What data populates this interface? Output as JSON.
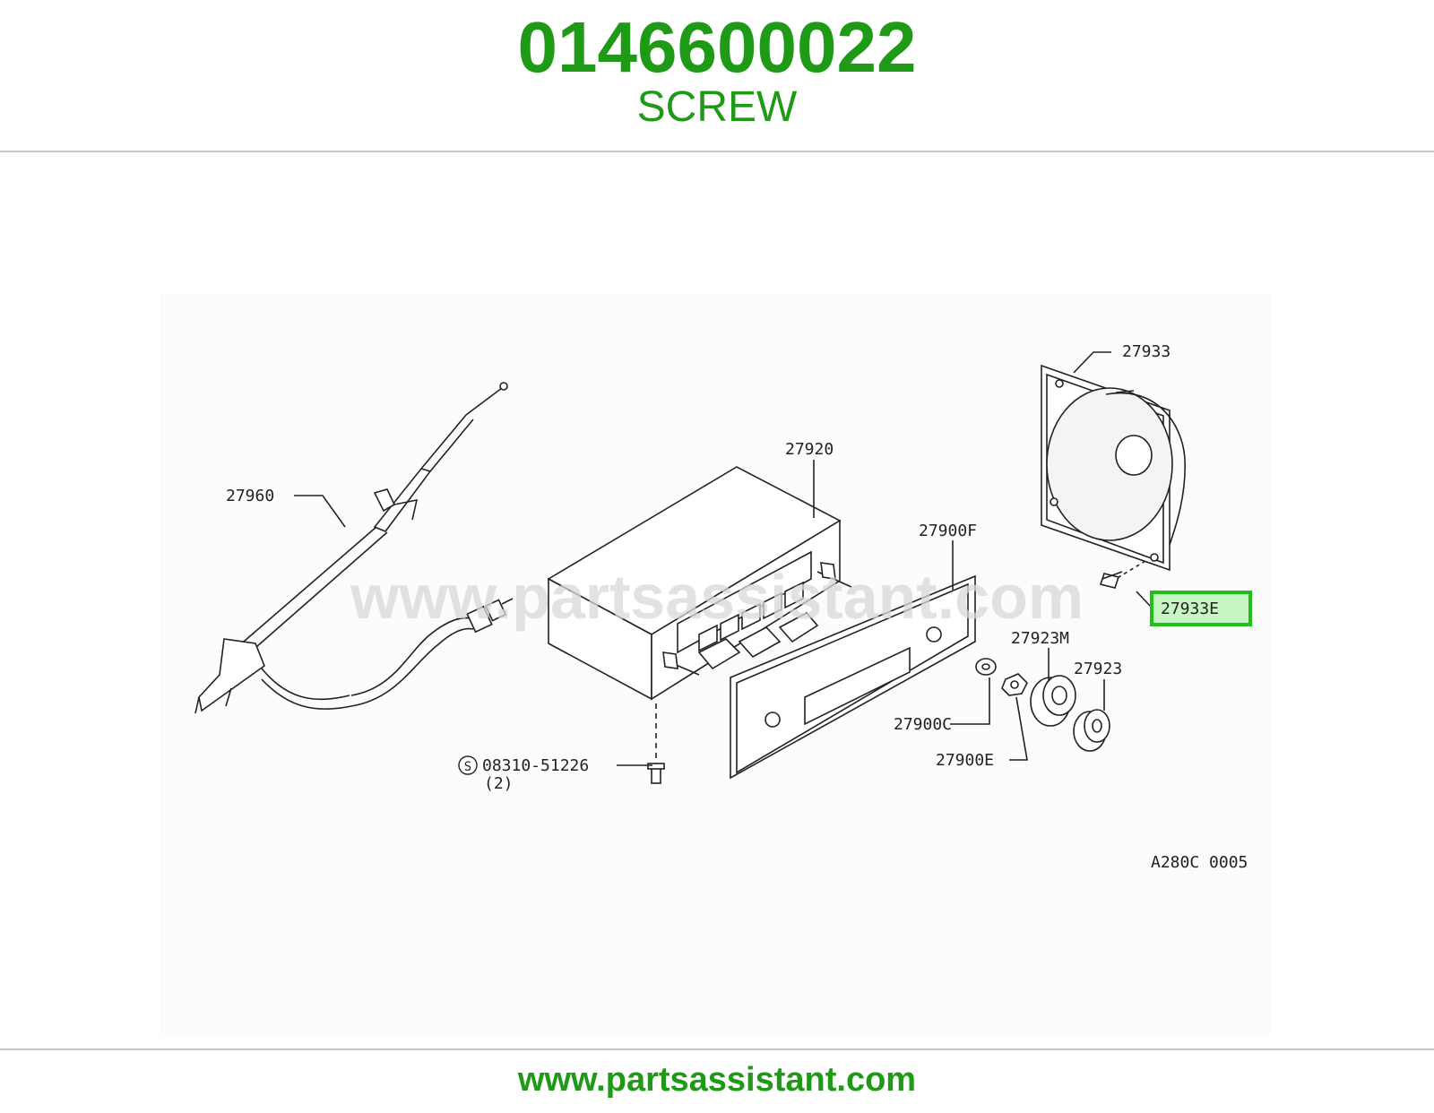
{
  "header": {
    "part_number": "0146600022",
    "part_name": "SCREW"
  },
  "diagram": {
    "watermark": "www.partsassistant.com",
    "code": "A280C 0005",
    "highlight_color": "#22c01a",
    "labels": {
      "antenna": "27960",
      "radio": "27920",
      "speaker": "27933",
      "speaker_screw": "27933E",
      "finisher": "27900F",
      "knob_m": "27923M",
      "knob": "27923",
      "washer": "27900C",
      "nut": "27900E",
      "screw_main": "08310-51226",
      "screw_qty": "(2)",
      "screw_symbol": "S"
    }
  },
  "footer": {
    "url": "www.partsassistant.com"
  }
}
